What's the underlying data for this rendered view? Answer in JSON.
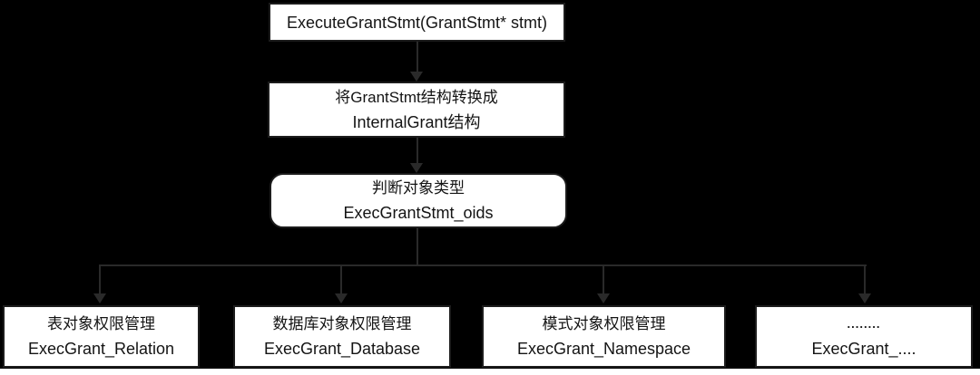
{
  "theme": {
    "background": "#000000",
    "box_fill": "#ffffff",
    "box_border": "#1c1c1c",
    "connector_color": "#2a2a2a",
    "text_color": "#141414"
  },
  "flowchart": {
    "nodes": [
      {
        "id": "execute-grant-stmt",
        "lines": [
          "ExecuteGrantStmt(GrantStmt* stmt)"
        ]
      },
      {
        "id": "convert-internal-grant",
        "lines": [
          "将GrantStmt结构转换成",
          "InternalGrant结构"
        ]
      },
      {
        "id": "judge-object-type",
        "lines": [
          "判断对象类型",
          "ExecGrantStmt_oids"
        ]
      },
      {
        "id": "exec-grant-relation",
        "lines": [
          "表对象权限管理",
          "ExecGrant_Relation"
        ]
      },
      {
        "id": "exec-grant-database",
        "lines": [
          "数据库对象权限管理",
          "ExecGrant_Database"
        ]
      },
      {
        "id": "exec-grant-namespace",
        "lines": [
          "模式对象权限管理",
          "ExecGrant_Namespace"
        ]
      },
      {
        "id": "exec-grant-other",
        "lines": [
          "........",
          "ExecGrant_...."
        ]
      }
    ]
  }
}
